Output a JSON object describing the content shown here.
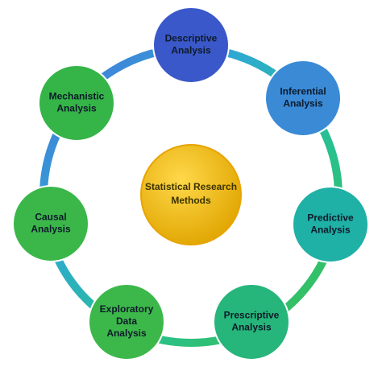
{
  "center": {
    "lines": [
      "Statistical Research",
      "Methods"
    ],
    "color": "#f5b800"
  },
  "nodes": [
    {
      "id": "descriptive",
      "lines": [
        "Descriptive",
        "Analysis"
      ],
      "color": "#3a58c9"
    },
    {
      "id": "inferential",
      "lines": [
        "Inferential",
        "Analysis"
      ],
      "color": "#3a8ad6"
    },
    {
      "id": "predictive",
      "lines": [
        "Predictive",
        "Analysis"
      ],
      "color": "#1fb0a6"
    },
    {
      "id": "prescriptive",
      "lines": [
        "Prescriptive",
        "Analysis"
      ],
      "color": "#26b57a"
    },
    {
      "id": "exploratory",
      "lines": [
        "Exploratory",
        "Data",
        "Analysis"
      ],
      "color": "#3cb84a"
    },
    {
      "id": "causal",
      "lines": [
        "Causal",
        "Analysis"
      ],
      "color": "#3bb74a"
    },
    {
      "id": "mechanistic",
      "lines": [
        "Mechanistic",
        "Analysis"
      ],
      "color": "#35b448"
    }
  ],
  "ring_colors": [
    "#4a6fe0",
    "#2eaad0",
    "#28c090",
    "#3cbf4a"
  ]
}
